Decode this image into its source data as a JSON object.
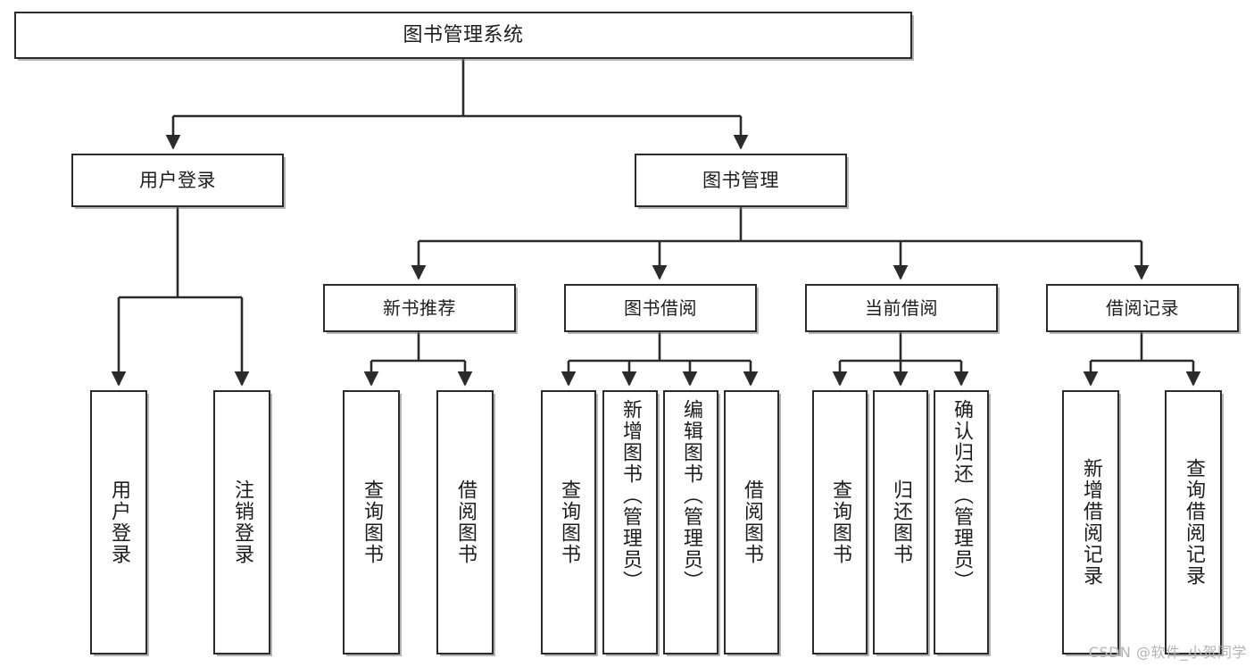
{
  "diagram": {
    "type": "tree",
    "title": "图书管理系统",
    "root": {
      "label": "图书管理系统"
    },
    "level2": [
      {
        "label": "用户登录"
      },
      {
        "label": "图书管理"
      }
    ],
    "level3": [
      {
        "label": "新书推荐"
      },
      {
        "label": "图书借阅"
      },
      {
        "label": "当前借阅"
      },
      {
        "label": "借阅记录"
      }
    ],
    "leaves": {
      "user_login": [
        {
          "label": "用户登录"
        },
        {
          "label": "注销登录"
        }
      ],
      "new_book_recommend": [
        {
          "label": "查询图书"
        },
        {
          "label": "借阅图书"
        }
      ],
      "book_borrow": [
        {
          "label": "查询图书"
        },
        {
          "label": "新增图书（管理员）"
        },
        {
          "label": "编辑图书（管理员）"
        },
        {
          "label": "借阅图书"
        }
      ],
      "current_borrow": [
        {
          "label": "查询图书"
        },
        {
          "label": "归还图书"
        },
        {
          "label": "确认归还（管理员）"
        }
      ],
      "borrow_record": [
        {
          "label": "新增借阅记录"
        },
        {
          "label": "查询借阅记录"
        }
      ]
    }
  },
  "watermark": {
    "text": "CSDN @软件_小贺同学"
  },
  "colors": {
    "border": "#2b2b2b",
    "line": "#2b2b2b",
    "background": "#ffffff",
    "text": "#1d1d1d",
    "watermark": "#b4b4b4"
  }
}
